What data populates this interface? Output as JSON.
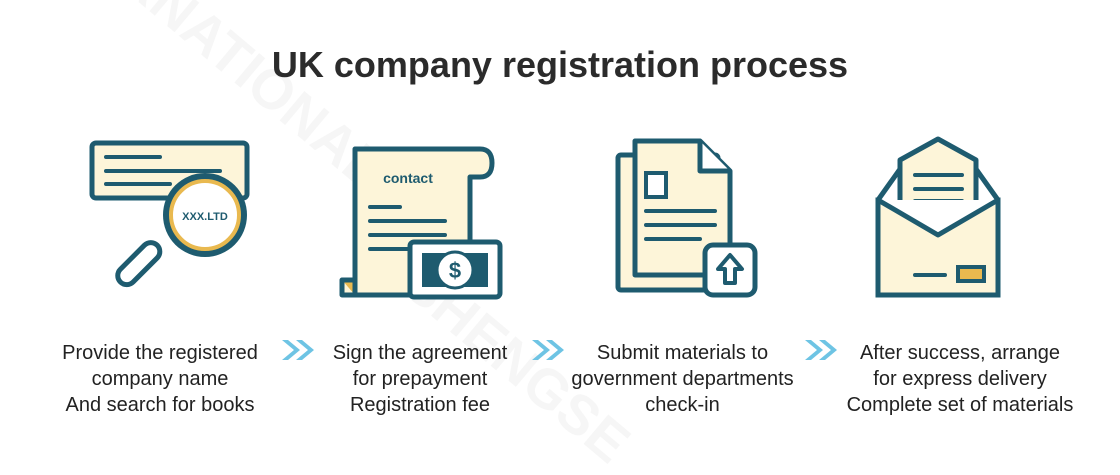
{
  "title": "UK company registration process",
  "colors": {
    "primary": "#1e5b6f",
    "fill": "#fdf5d9",
    "accent": "#e9b94f",
    "arrow": "#6ec4e4"
  },
  "icons": {
    "magnifier": "magnifier-search-icon",
    "contract": "contract-document-icon",
    "money": "dollar-bill-icon",
    "documents": "documents-stack-icon",
    "upload": "upload-arrow-icon",
    "envelope": "envelope-box-icon"
  },
  "search_label": "XXX.LTD",
  "contract_label": "contact",
  "steps": [
    {
      "lines": [
        "Provide the registered",
        "company name",
        "And search for books"
      ]
    },
    {
      "lines": [
        "Sign the agreement",
        "for prepayment",
        "Registration fee"
      ]
    },
    {
      "lines": [
        "Submit materials to",
        "government departments",
        "check-in"
      ]
    },
    {
      "lines": [
        "After success, arrange",
        "for express delivery",
        "Complete set of materials"
      ]
    }
  ]
}
